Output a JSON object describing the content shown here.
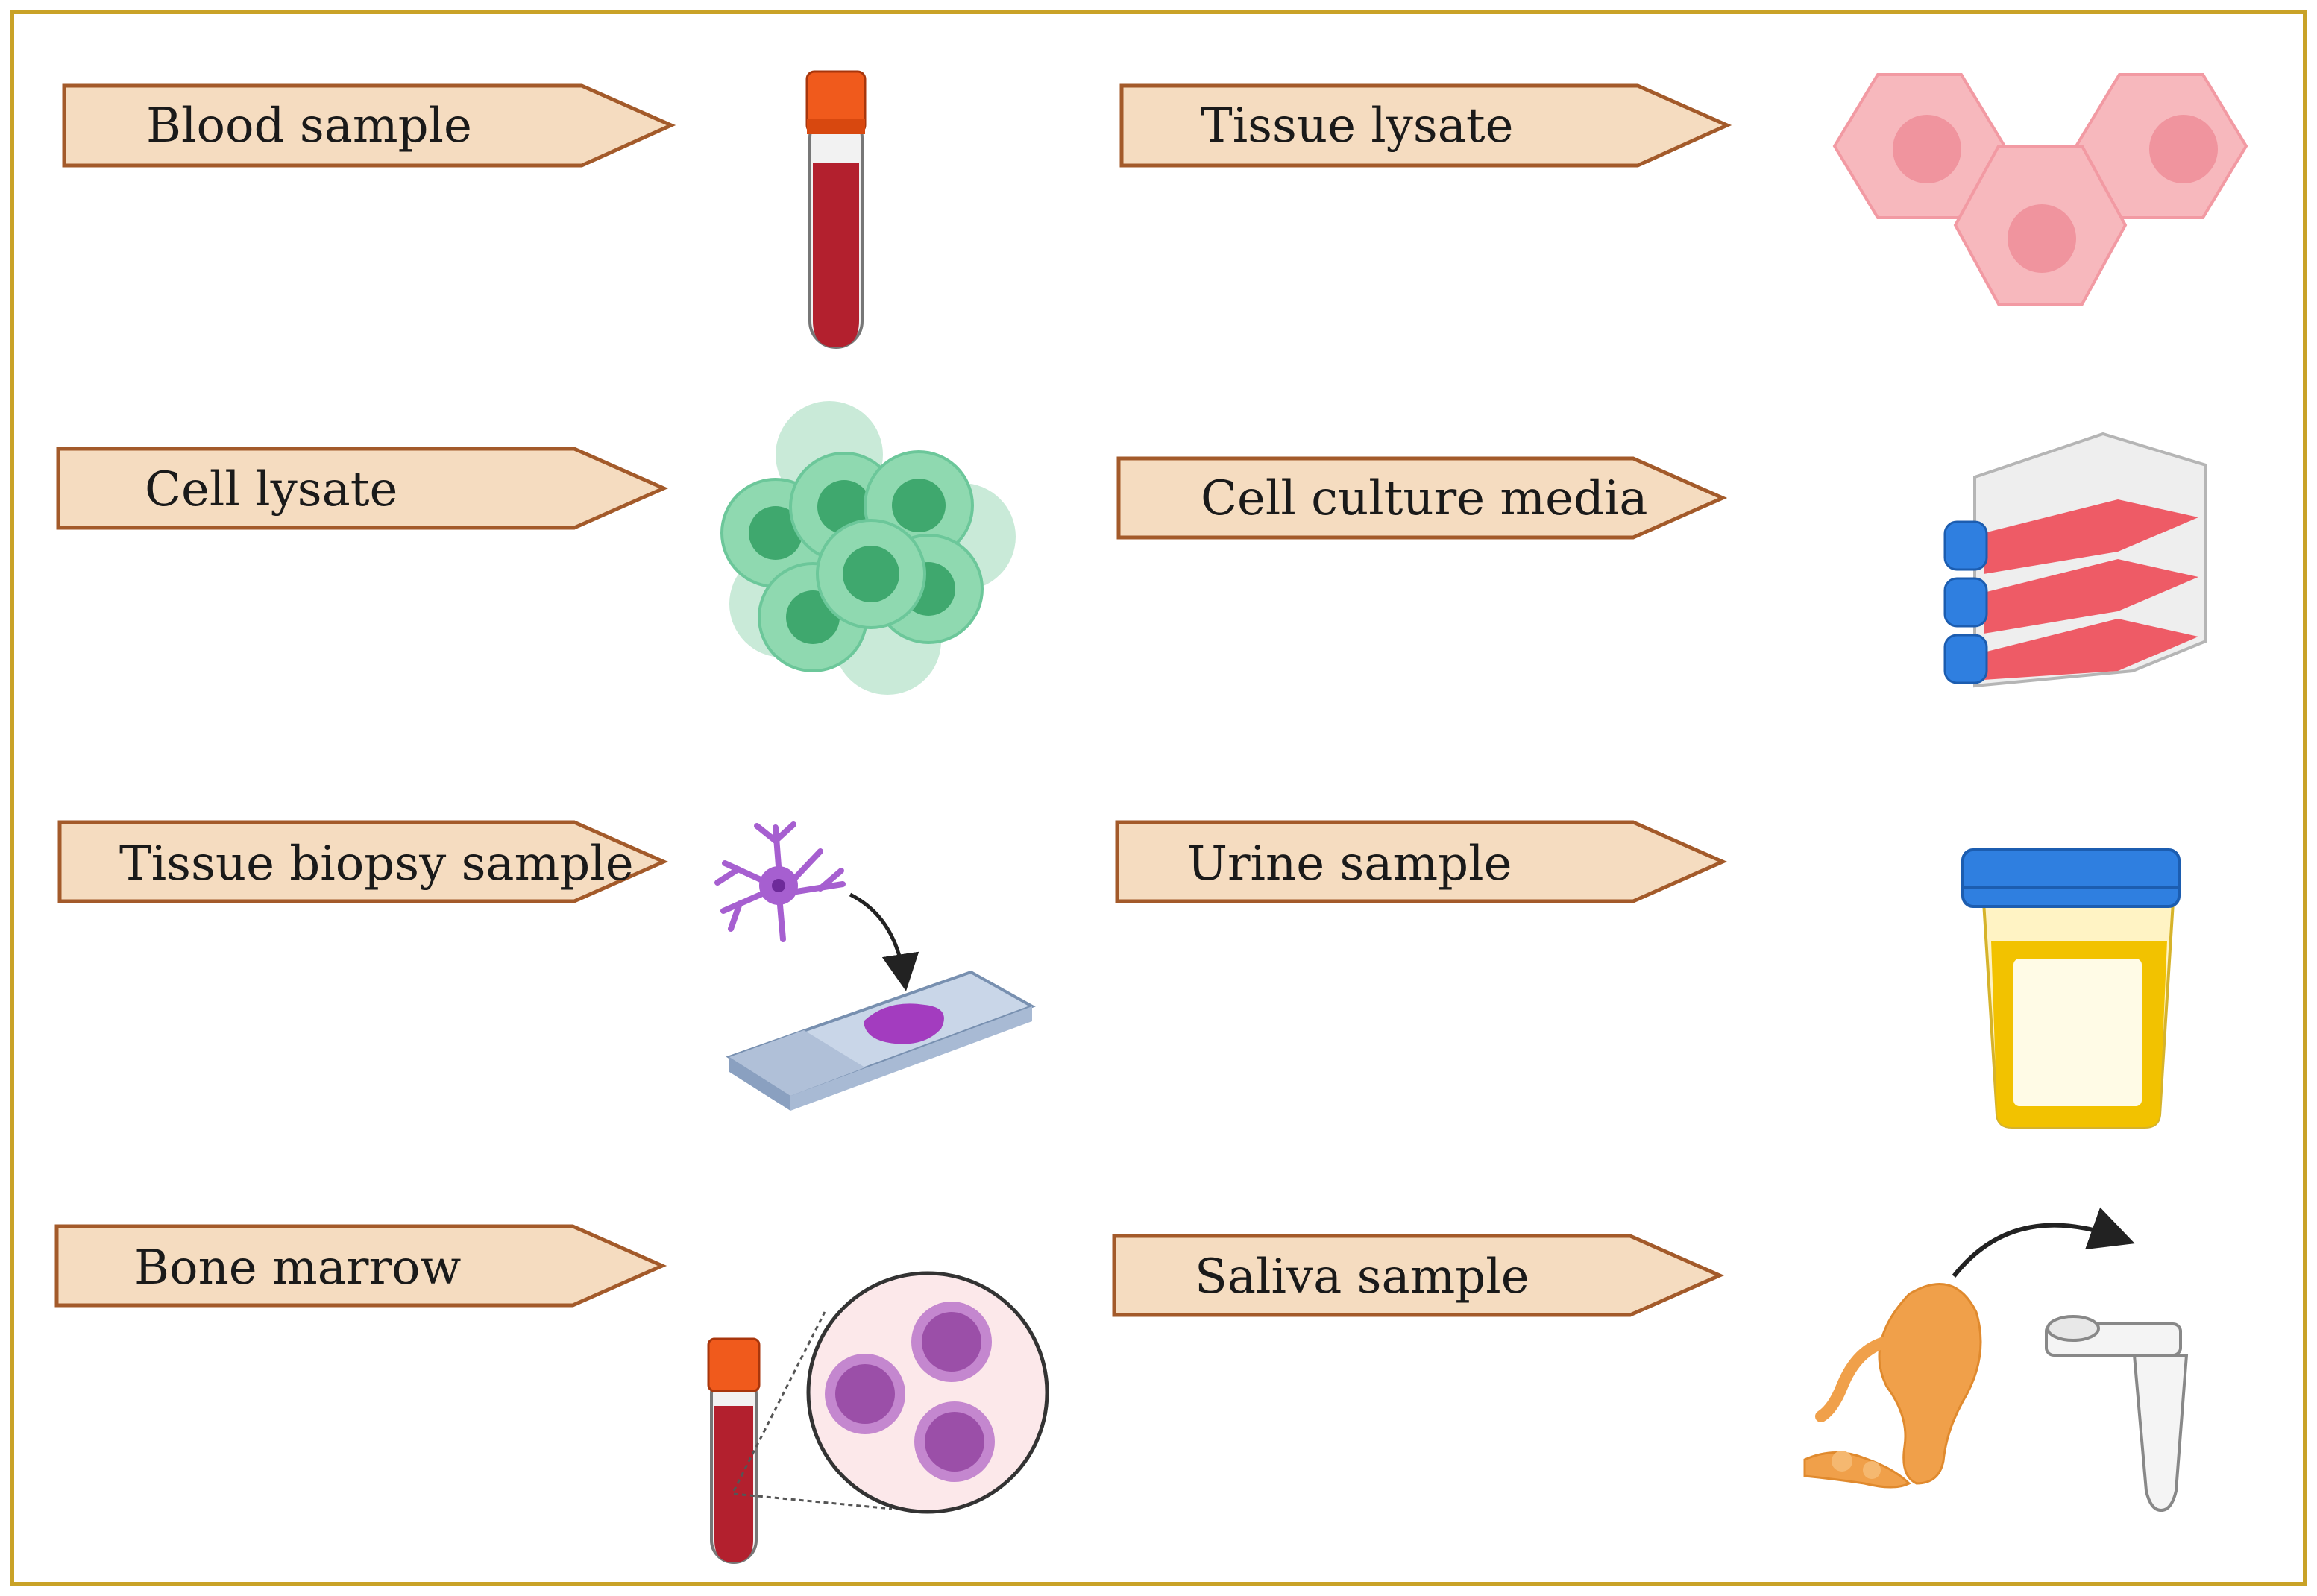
{
  "labels": {
    "blood": "Blood sample",
    "tissue_lysate": "Tissue lysate",
    "cell_lysate": "Cell lysate",
    "cell_culture": "Cell culture media",
    "tissue_biopsy": "Tissue biopsy sample",
    "urine": "Urine sample",
    "bone_marrow": "Bone marrow",
    "saliva": "Saliva sample"
  },
  "colors": {
    "frame": "#c9a227",
    "tag_fill": "#f5dcc0",
    "tag_stroke": "#a35a2a",
    "blood": "#b3202e",
    "cap_orange": "#f05a1c",
    "cell_green": "#4caf7d",
    "tissue_pink": "#f7b8bd",
    "flask_red": "#ee5b66",
    "cap_blue": "#2f7fe0",
    "urine_yellow": "#f2c200",
    "neuron_purple": "#a65fd0",
    "marrow_purple": "#9b4fa8",
    "saliva_orange": "#f0a04a"
  },
  "icons": [
    "blood-tube-icon",
    "tissue-cells-icon",
    "cell-cluster-icon",
    "culture-flask-icon",
    "neuron-slide-icon",
    "urine-cup-icon",
    "bone-marrow-icon",
    "salivary-gland-icon"
  ]
}
